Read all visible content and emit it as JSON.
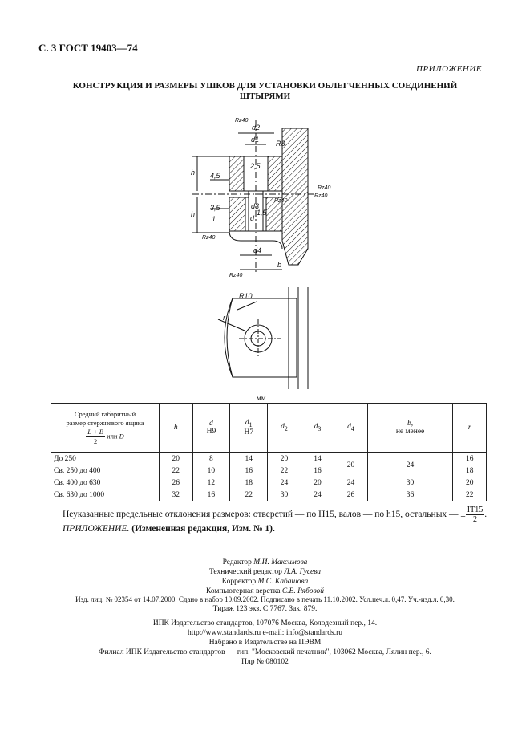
{
  "header": {
    "page_ref": "С. 3 ГОСТ 19403—74",
    "appendix_label": "ПРИЛОЖЕНИЕ",
    "title_line1": "КОНСТРУКЦИЯ И РАЗМЕРЫ УШКОВ ДЛЯ УСТАНОВКИ ОБЛЕГЧЕННЫХ СОЕДИНЕНИЙ",
    "title_line2": "ШТЫРЯМИ"
  },
  "drawing": {
    "labels": {
      "d2": "d2",
      "d1": "d1",
      "d3": "d3",
      "d": "d",
      "d4": "d4",
      "h_top": "h",
      "h_bot": "h",
      "b": "b",
      "r": "r",
      "r10": "R10",
      "r45": "R3",
      "dim45": "4,5",
      "dim35": "3,5",
      "dim1": "1",
      "dim15": "1,5",
      "dim25": "2,5",
      "rz40_1": "Rz40",
      "rz40_2": "Rz40",
      "rz40_3": "Rz40",
      "rz40_4": "Rz40",
      "rz40_5": "Rz40",
      "rz40_6": "Rz40"
    },
    "units": "мм"
  },
  "table": {
    "headers": {
      "first_line1": "Средний габаритный",
      "first_line2": "размер стержневого ящика",
      "frac_num": "L + B",
      "frac_den": "2",
      "first_tail": " или ",
      "first_D": "D",
      "h": "h",
      "d": "d",
      "d_sub": "H9",
      "d1": "d",
      "d1_idx": "1",
      "d1_sub": "H7",
      "d2": "d",
      "d2_idx": "2",
      "d3": "d",
      "d3_idx": "3",
      "d4": "d",
      "d4_idx": "4",
      "b": "b,",
      "b_sub": "не менее",
      "r": "r"
    },
    "rows": [
      {
        "size": "До 250",
        "h": "20",
        "d": "8",
        "d1": "14",
        "d2": "20",
        "d3": "14",
        "d4": "20",
        "b": "24",
        "r": "16"
      },
      {
        "size": "Св. 250 до 400",
        "h": "22",
        "d": "10",
        "d1": "16",
        "d2": "22",
        "d3": "16",
        "r": "18"
      },
      {
        "size": "Св. 400 до 630",
        "h": "26",
        "d": "12",
        "d1": "18",
        "d2": "24",
        "d3": "20",
        "d4": "24",
        "b": "30",
        "r": "20"
      },
      {
        "size": "Св. 630 до 1000",
        "h": "32",
        "d": "16",
        "d1": "22",
        "d2": "30",
        "d3": "24",
        "d4": "26",
        "b": "36",
        "r": "22"
      }
    ]
  },
  "notes": {
    "tolerance_text": "Неуказанные предельные отклонения размеров: отверстий — по Н15, валов — по h15, остальных — ±",
    "tol_num": "IT15",
    "tol_den": "2",
    "tol_end": ".",
    "appendix_ref": "ПРИЛОЖЕНИЕ.",
    "change_note": "(Измененная редакция, Изм. № 1)."
  },
  "credits": {
    "editor_role": "Редактор ",
    "editor_name": "М.И. Максимова",
    "tech_role": "Технический редактор ",
    "tech_name": "Л.А. Гусева",
    "corr_role": "Корректор ",
    "corr_name": "М.С. Кабашова",
    "layout_role": "Компьютерная верстка ",
    "layout_name": "С.В. Рябовой"
  },
  "imprint": {
    "line1": "Изд. лиц. № 02354 от 14.07.2000. Сдано в набор 10.09.2002. Подписано в печать 11.10.2002. Усл.печ.л. 0,47. Уч.-изд.л. 0,30.",
    "line2": "Тираж  123  экз. С 7767. Зак. 879.",
    "line3": "ИПК Издательство стандартов, 107076 Москва, Колодезный пер., 14.",
    "line4": "http://www.standards.ru          e-mail: info@standards.ru",
    "line5": "Набрано в Издательстве на ПЭВМ",
    "line6": "Филиал ИПК Издательство стандартов — тип. \"Московский печатник\", 103062 Москва, Лялин пер., 6.",
    "line7": "Плр № 080102"
  }
}
